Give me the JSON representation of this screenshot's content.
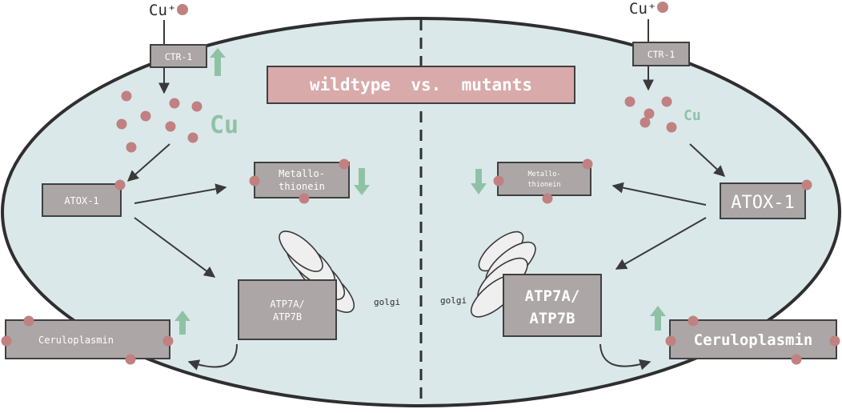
{
  "title": "wildtype  vs.  mutants",
  "left": {
    "ion": "Cu⁺",
    "ctr": "CTR-1",
    "cu": "Cu",
    "atox": "ATOX-1",
    "metallo_1": "Metallo-",
    "metallo_2": "thionein",
    "atp_1": "ATP7A/",
    "atp_2": "ATP7B",
    "golgi": "golgi",
    "cerulo": "Ceruloplasmin"
  },
  "right": {
    "ion": "Cu⁺",
    "ctr": "CTR-1",
    "cu": "Cu",
    "atox": "ATOX-1",
    "metallo_1": "Metallo-",
    "metallo_2": "thionein",
    "atp_1": "ATP7A/",
    "atp_2": "ATP7B",
    "golgi": "golgi",
    "cerulo": "Ceruloplasmin"
  },
  "colors": {
    "cell_fill": "#dbe8ea",
    "box_fill": "#aca6a6",
    "copper_dot": "#c08180",
    "regulation_arrow": "#8fc2a4",
    "title_box": "#d9aaaa"
  },
  "regulation": {
    "left": {
      "ctr": "up",
      "metallothionein": "down",
      "ceruloplasmin": "up"
    },
    "right": {
      "metallothionein": "down",
      "ceruloplasmin": "up"
    }
  }
}
